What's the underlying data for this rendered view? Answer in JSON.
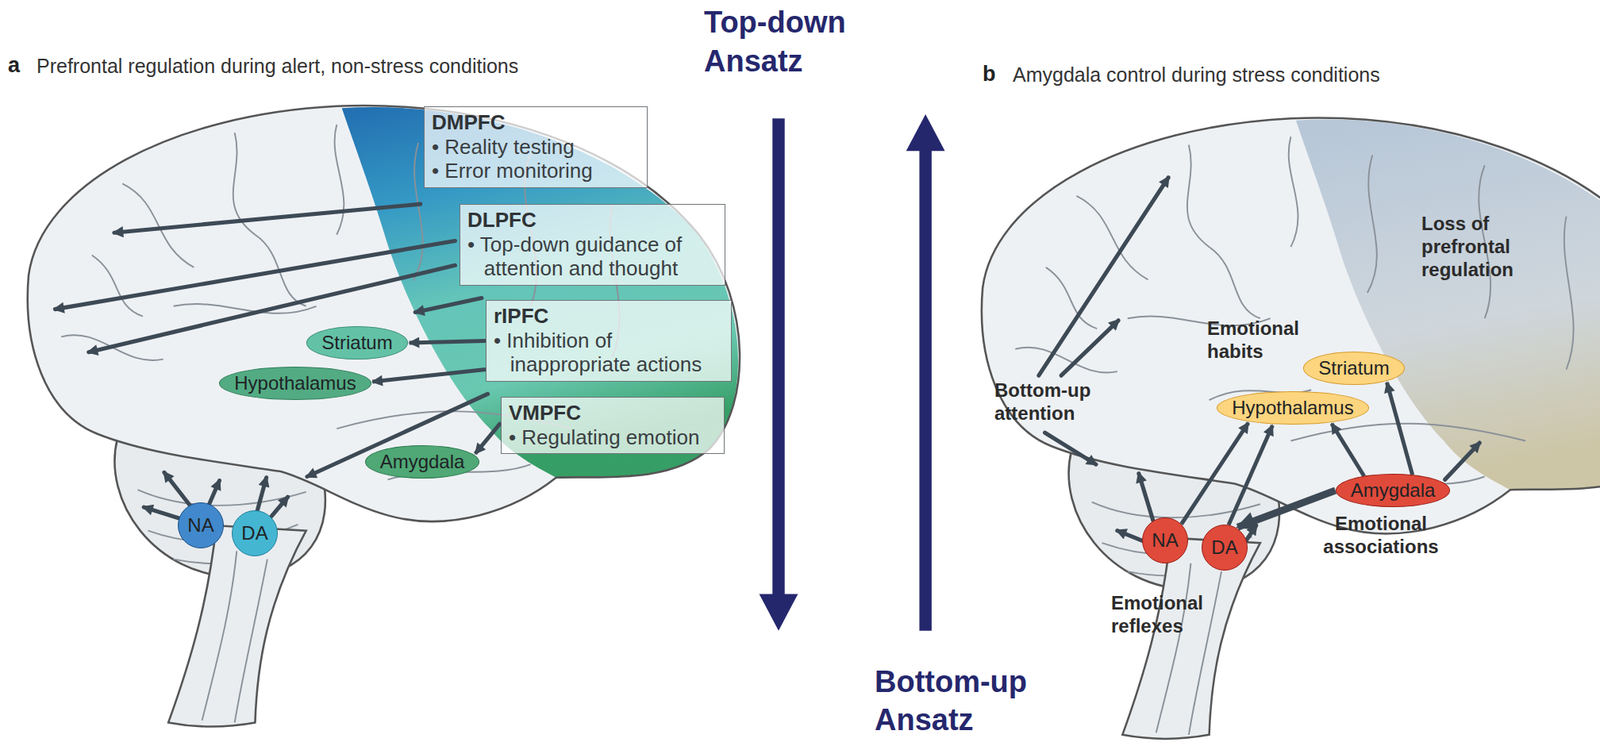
{
  "diagram": {
    "nodes": [
      {
        "text": [
          "DMPFC",
          "• Reality testing",
          "• Error monitoring"
        ]
      },
      {
        "text": [
          "DLPFC",
          "• Top-down guidance of attention and thought"
        ]
      },
      {
        "text": [
          "rIPFC",
          "• Inhibition of inappropriate actions"
        ]
      },
      {
        "text": [
          "VMPFC",
          "• Regulating emotion"
        ]
      },
      {
        "text": [
          "Striatum"
        ]
      },
      {
        "text": [
          "Hypothalamus"
        ]
      },
      {
        "text": [
          "Amygdala"
        ]
      },
      {
        "text": [
          "NA"
        ]
      },
      {
        "text": [
          "DA"
        ]
      },
      {
        "text": [
          "Striatum"
        ]
      },
      {
        "text": [
          "Hypothalamus"
        ]
      },
      {
        "text": [
          "Amygdala"
        ]
      },
      {
        "text": [
          "NA"
        ]
      },
      {
        "text": [
          "DA"
        ]
      }
    ],
    "edges": [
      {
        "from": 2,
        "to": 4,
        "arrow": "to"
      },
      {
        "from": 2,
        "to": 5,
        "arrow": "to"
      },
      {
        "from": 3,
        "to": 6,
        "arrow": "to"
      },
      {
        "from": 11,
        "to": 9,
        "arrow": "to"
      },
      {
        "from": 11,
        "to": 10,
        "arrow": "to"
      },
      {
        "from": 11,
        "to": 13,
        "arrow": "to"
      },
      {
        "from": 12,
        "to": 10,
        "arrow": "to"
      },
      {
        "from": 13,
        "to": 10,
        "arrow": "to"
      }
    ],
    "labels": [
      "a",
      "Prefrontal regulation during alert, non-stress conditions",
      "Top-down Ansatz",
      "b",
      "Amygdala control during stress conditions",
      "Loss of prefrontal regulation",
      "Emotional habits",
      "Bottom-up attention",
      "Emotional associations",
      "Emotional reflexes",
      "Bottom-up Ansatz"
    ]
  }
}
